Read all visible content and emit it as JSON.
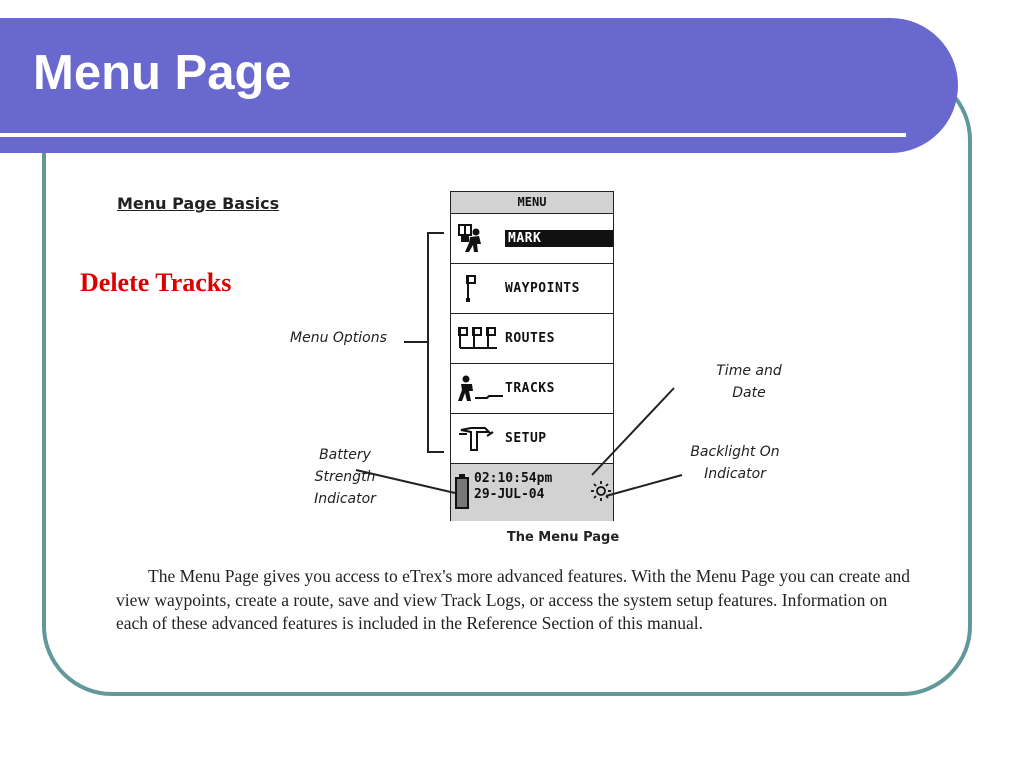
{
  "slide": {
    "title": "Menu Page"
  },
  "manual": {
    "heading": "Menu Page Basics",
    "highlight": "Delete Tracks",
    "figure_caption": "The Menu Page",
    "paragraph": "The Menu Page gives you access to eTrex's more advanced features. With the Menu Page you can create and view waypoints, create a route, save and view Track Logs, or access the system setup features.  Information on each of these advanced features is included in the Reference Section of this manual."
  },
  "annotations": {
    "menu_options": "Menu Options",
    "time_date": [
      "Time and",
      "Date"
    ],
    "battery": [
      "Battery",
      "Strength",
      "Indicator"
    ],
    "backlight": [
      "Backlight On",
      "Indicator"
    ]
  },
  "device": {
    "header": "MENU",
    "items": [
      {
        "label": "MARK",
        "icon": "mark-icon",
        "selected": true
      },
      {
        "label": "WAYPOINTS",
        "icon": "waypoint-flag-icon",
        "selected": false
      },
      {
        "label": "ROUTES",
        "icon": "routes-icon",
        "selected": false
      },
      {
        "label": "TRACKS",
        "icon": "tracks-icon",
        "selected": false
      },
      {
        "label": "SETUP",
        "icon": "setup-tools-icon",
        "selected": false
      }
    ],
    "time": "02:10:54pm",
    "date": "29-JUL-04"
  },
  "colors": {
    "title_bar": "#6868cf",
    "frame_border": "#62989a",
    "highlight_text": "#dd0000"
  }
}
